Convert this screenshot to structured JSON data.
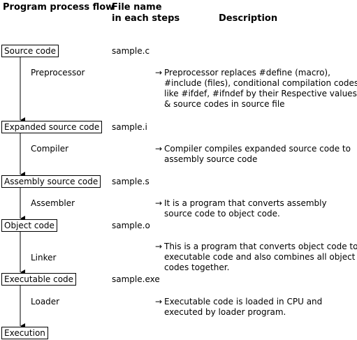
{
  "header": {
    "flow": "Program process flow",
    "file_line1": "File name",
    "file_line2": "in each steps",
    "description": "Description"
  },
  "stages": [
    {
      "label": "Source code",
      "file": "sample.c"
    },
    {
      "label": "Expanded source code",
      "file": "sample.i"
    },
    {
      "label": "Assembly source code",
      "file": "sample.s"
    },
    {
      "label": "Object code",
      "file": "sample.o"
    },
    {
      "label": "Executable code",
      "file": "sample.exe"
    },
    {
      "label": "Execution",
      "file": ""
    }
  ],
  "processes": [
    {
      "name": "Preprocessor",
      "arrow": "→",
      "description": "Preprocessor replaces #define (macro), #include (files), conditional compilation codes like #ifdef, #ifndef by their Respective values & source codes in source file"
    },
    {
      "name": "Compiler",
      "arrow": "→",
      "description": "Compiler compiles expanded source code to assembly source code"
    },
    {
      "name": "Assembler",
      "arrow": "→",
      "description": "It is a program that converts assembly source code to object code."
    },
    {
      "name": "Linker",
      "arrow": "→",
      "description": "This is a program that converts object code to executable code and also combines all object codes together."
    },
    {
      "name": "Loader",
      "arrow": "→",
      "description": "Executable code is loaded in CPU and executed by loader program."
    }
  ]
}
